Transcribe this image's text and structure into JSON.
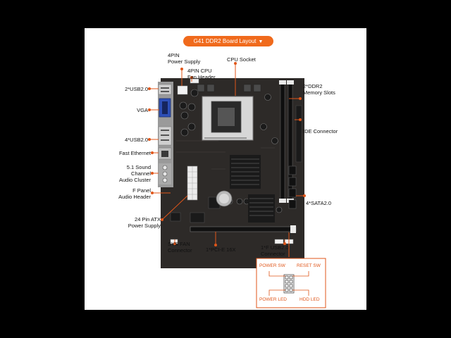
{
  "title": "G41 DDR2 Board Layout",
  "title_caret": "▼",
  "accent": "#f06a1c",
  "labels": {
    "power_4pin": "4PIN\nPower Supply",
    "cpu_socket": "CPU Socket",
    "cpu_fan": "4PIN CPU\nFan Header",
    "usb2_top": "2*USB2.0",
    "vga": "VGA",
    "usb4": "4*USB2.0",
    "ethernet": "Fast Ethernet",
    "sound": "5.1 Sound\nChannel\nAudio Cluster",
    "fpanel": "F Panel\nAudio Header",
    "atx24": "24 Pin ATX\nPower Supply",
    "sysfan": "SYS FAN\nConnector",
    "pcie": "1*PCI-E 16X",
    "fusb": "1*F USB2.0\nConnector",
    "ddr2": "2*DDR2\nMemory Slots",
    "ide": "IDE Connector",
    "sata": "4*SATA2.0"
  },
  "front_panel": {
    "power_sw": "POWER SW",
    "reset_sw": "RESET SW",
    "power_led": "POWER LED",
    "hdd_led": "HDD LED"
  }
}
